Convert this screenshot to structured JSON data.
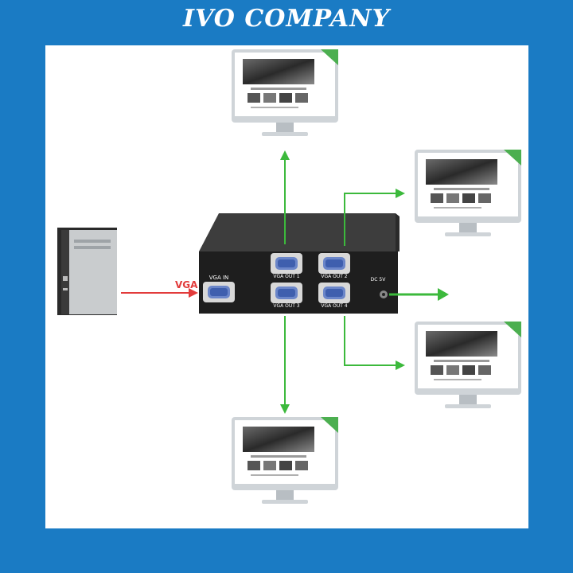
{
  "header": {
    "title": "IVO COMPANY"
  },
  "diagram": {
    "input_label": "VGA",
    "splitter": {
      "input_port": "VGA IN",
      "outputs": [
        "VGA OUT 1",
        "VGA OUT 2",
        "VGA OUT 3",
        "VGA OUT 4"
      ],
      "power": "DC 5V"
    },
    "colors": {
      "brand": "#1a7bc4",
      "input_arrow": "#e23b3b",
      "output_arrow": "#3cb93c",
      "device": "#1e1e1e"
    },
    "icons": [
      "desktop-pc-icon",
      "monitor-icon",
      "vga-splitter-icon"
    ]
  }
}
